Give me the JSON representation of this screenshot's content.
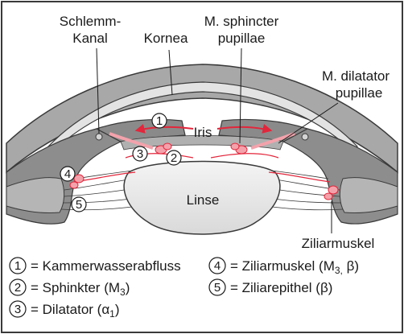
{
  "labels": {
    "schlemm_line1": "Schlemm-",
    "schlemm_line2": "Kanal",
    "kornea": "Kornea",
    "sphincter_line1": "M. sphincter",
    "sphincter_line2": "pupillae",
    "dilatator_line1": "M. dilatator",
    "dilatator_line2": "pupillae",
    "iris": "Iris",
    "linse": "Linse",
    "ziliarmuskel": "Ziliarmuskel"
  },
  "markers": [
    "1",
    "2",
    "3",
    "4",
    "5"
  ],
  "legend": [
    {
      "num": "1",
      "text": "= Kammerwasserabfluss"
    },
    {
      "num": "2",
      "text": "= Sphinkter (M",
      "sub": "3",
      "after": ")"
    },
    {
      "num": "3",
      "text": "= Dilatator (α",
      "sub": "1",
      "after": ")"
    },
    {
      "num": "4",
      "text": "= Ziliarmuskel (M",
      "sub": "3,",
      "after": " β)"
    },
    {
      "num": "5",
      "text": "= Ziliarepithel (β)"
    }
  ],
  "colors": {
    "tissue_dark": "#8d8d8d",
    "tissue_mid": "#bdbdbd",
    "tissue_light": "#e3e3e3",
    "lens_fill": "#ececec",
    "outline": "#3a3a3a",
    "accent_red": "#e3263b",
    "accent_pink": "#f3a2ab"
  }
}
